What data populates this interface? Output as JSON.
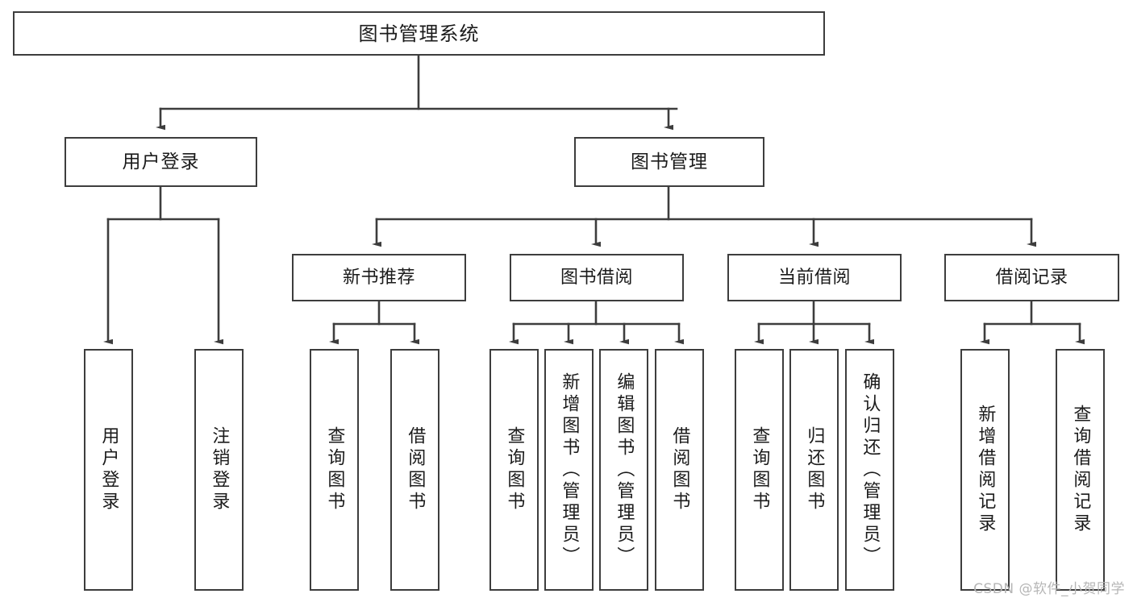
{
  "diagram": {
    "title": "图书管理系统",
    "type": "tree",
    "style": {
      "border_color": "#3d3d3d",
      "fill_color": "#ffffff",
      "text_color": "#1b1b1b",
      "background": "#ffffff",
      "watermark_color": "#b6b6b6"
    },
    "root": {
      "label": "图书管理系统"
    },
    "level2": [
      {
        "label": "用户登录"
      },
      {
        "label": "图书管理"
      }
    ],
    "level3": [
      {
        "label": "新书推荐"
      },
      {
        "label": "图书借阅"
      },
      {
        "label": "当前借阅"
      },
      {
        "label": "借阅记录"
      }
    ],
    "leaves": {
      "user_login": [
        {
          "label": "用户登录"
        },
        {
          "label": "注销登录"
        }
      ],
      "new_book_recommend": [
        {
          "label": "查询图书"
        },
        {
          "label": "借阅图书"
        }
      ],
      "book_borrow": [
        {
          "label": "查询图书"
        },
        {
          "label": "新增图书（管理员）"
        },
        {
          "label": "编辑图书（管理员）"
        },
        {
          "label": "借阅图书"
        }
      ],
      "current_borrow": [
        {
          "label": "查询图书"
        },
        {
          "label": "归还图书"
        },
        {
          "label": "确认归还（管理员）"
        }
      ],
      "borrow_record": [
        {
          "label": "新增借阅记录"
        },
        {
          "label": "查询借阅记录"
        }
      ]
    }
  },
  "watermark": {
    "text": "CSDN @软件_小贺同学"
  }
}
